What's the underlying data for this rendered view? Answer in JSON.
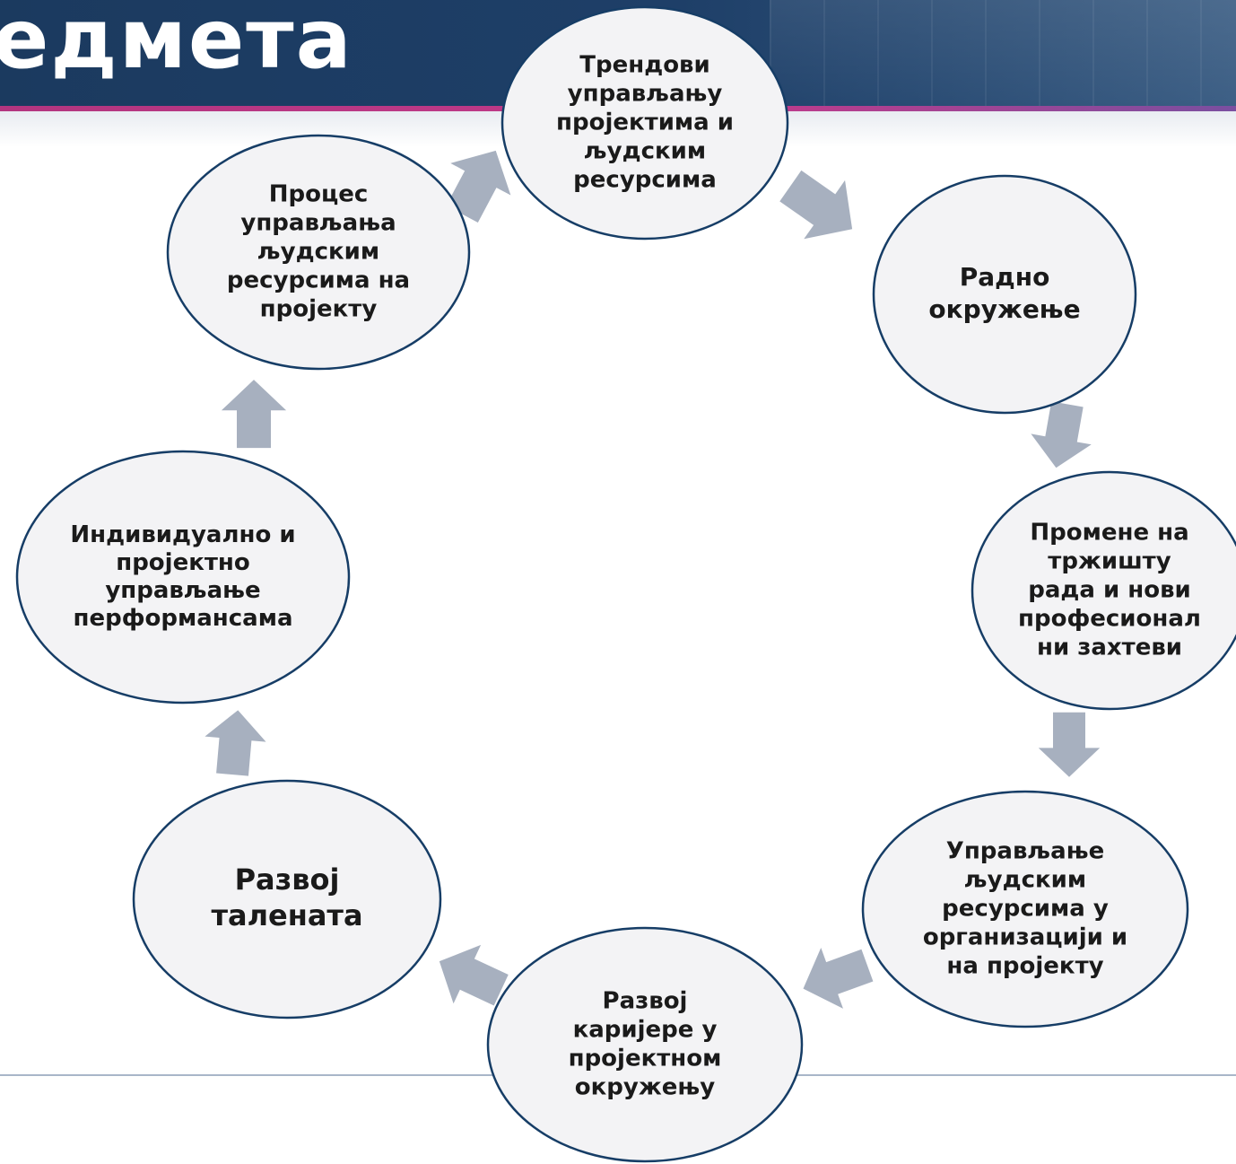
{
  "header": {
    "title": "едмета"
  },
  "diagram": {
    "nodes": [
      {
        "id": "trends",
        "lines": [
          "Трендови",
          "управљању",
          "пројектима и",
          "људским",
          "ресурсима"
        ]
      },
      {
        "id": "work-env",
        "lines": [
          "Радно",
          "окружење"
        ]
      },
      {
        "id": "market",
        "lines": [
          "Промене на",
          "тржишту",
          "рада и нови",
          "професионал",
          "ни захтеви"
        ]
      },
      {
        "id": "hrm-org",
        "lines": [
          "Управљање",
          "људским",
          "ресурсима у",
          "организацији и",
          "на пројекту"
        ]
      },
      {
        "id": "career",
        "lines": [
          "Развој",
          "каријере у",
          "пројектном",
          "окружењу"
        ]
      },
      {
        "id": "talent",
        "lines": [
          "Развој",
          "талената"
        ]
      },
      {
        "id": "performance",
        "lines": [
          "Индивидуално и",
          "пројектно",
          "управљање",
          "перформансама"
        ]
      },
      {
        "id": "hr-process",
        "lines": [
          "Процес",
          "управљања",
          "људским",
          "ресурсима на",
          "пројекту"
        ]
      }
    ],
    "colors": {
      "node_fill": "#f3f3f5",
      "node_stroke": "#163d66",
      "arrow_fill": "#a7b0bf"
    }
  }
}
